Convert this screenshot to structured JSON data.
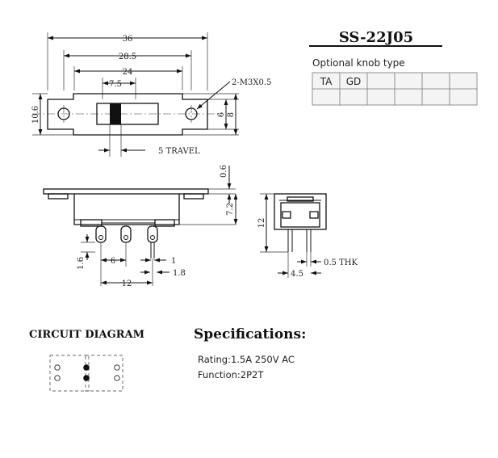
{
  "part_number": "SS-22J05",
  "knob_section": {
    "title": "Optional knob type",
    "columns": [
      "TA",
      "GD",
      "",
      "",
      "",
      ""
    ]
  },
  "dimensions": {
    "top_width_36": "36",
    "top_width_28_5": "28.5",
    "top_width_24": "24",
    "top_width_7_5": "7.5",
    "hole_callout": "2-M3X0.5",
    "height_10_6": "10.6",
    "height_6": "6",
    "height_8": "8",
    "travel": "5 TRAVEL",
    "side_0_6": "0.6",
    "side_7_2": "7.2",
    "pin_1_6": "1.6",
    "pin_6": "6",
    "pin_1": "1",
    "pin_1_8": "1.8",
    "pin_12": "12",
    "end_12": "12",
    "end_0_5": "0.5 THK",
    "end_4_5": "4.5"
  },
  "circuit": {
    "title": "CIRCUIT DIAGRAM"
  },
  "specs": {
    "title": "Specifications:",
    "rating": "Rating:1.5A 250V AC",
    "function": "Function:2P2T"
  }
}
